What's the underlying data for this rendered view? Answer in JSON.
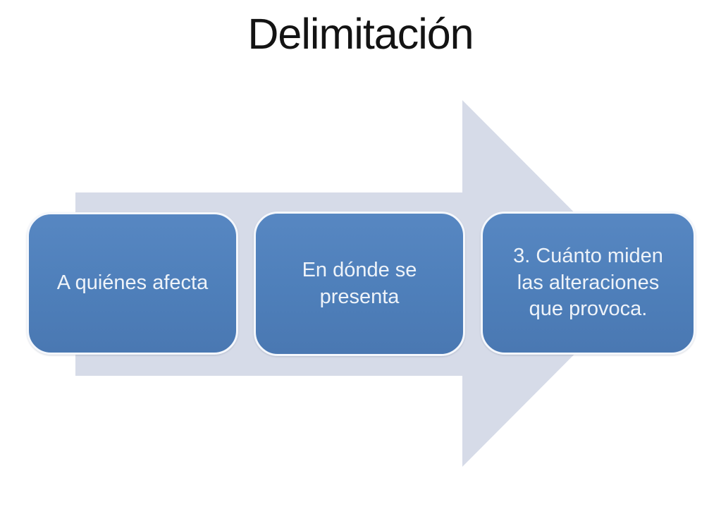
{
  "slide": {
    "title": "Delimitación",
    "colors": {
      "background": "#ffffff",
      "title_text": "#131313",
      "arrow": "#d6dbe8",
      "box_fill": "#4e7fba",
      "box_border": "#f4f7fc",
      "box_text": "#eef3f9"
    },
    "diagram": {
      "type": "process-arrow",
      "direction": "right",
      "steps": [
        {
          "label": "A quiénes afecta"
        },
        {
          "label": "En dónde se presenta"
        },
        {
          "label": "3. Cuánto miden las alteraciones que provoca."
        }
      ]
    }
  }
}
